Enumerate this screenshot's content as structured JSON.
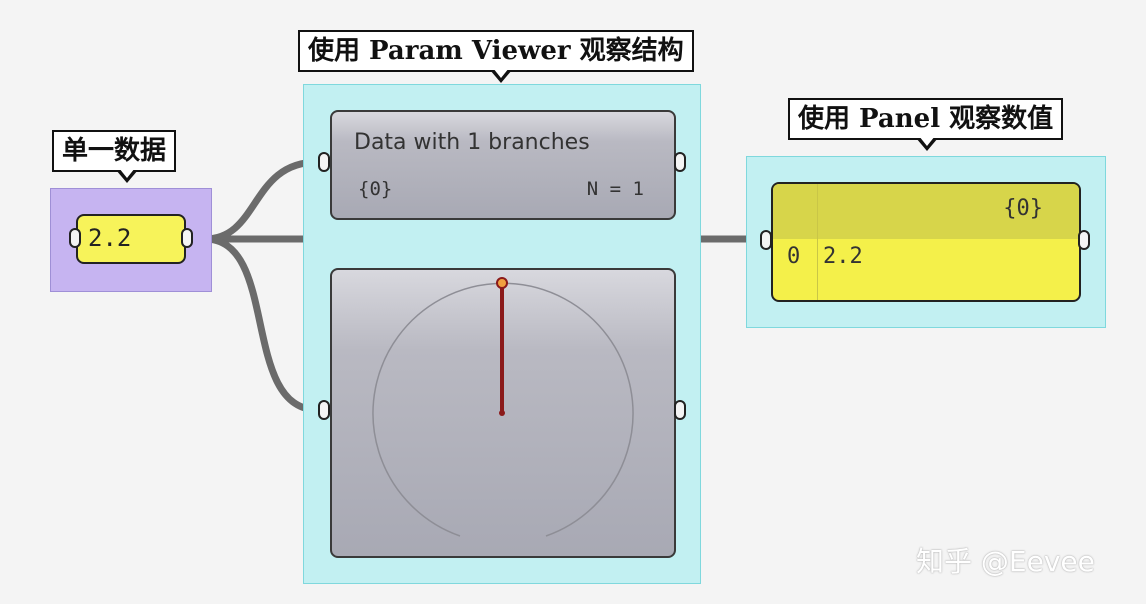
{
  "labels": {
    "single_data": "单一数据",
    "param_viewer": "使用 Param Viewer 观察结构",
    "panel": "使用 Panel 观察数值"
  },
  "number_param": {
    "value": "2.2"
  },
  "param_viewer": {
    "title": "Data with 1 branches",
    "path": "{0}",
    "count": "N = 1"
  },
  "panel": {
    "header": "{0}",
    "index": "0",
    "value": "2.2"
  },
  "watermark": "知乎 @Eevee",
  "colors": {
    "group_purple": "#c6b4f1",
    "group_cyan": "#c2f0f2",
    "wire": "#6f6f6f",
    "needle": "#8b1a1a",
    "panel_yellow": "#f4f04a"
  }
}
